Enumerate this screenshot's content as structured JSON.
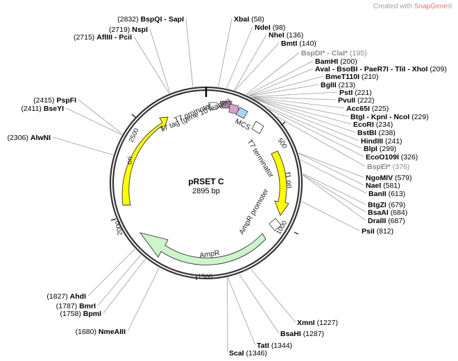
{
  "watermark": {
    "prefix": "Created with ",
    "brand": "SnapGene",
    "suffix": "®"
  },
  "plasmid": {
    "name": "pRSET C",
    "size": "2895 bp"
  },
  "ticks": [
    "500",
    "1000",
    "1500",
    "2000",
    "2500"
  ],
  "features": {
    "t7_promoter": "T7 promoter",
    "t7_tag": "T7 tag (gene 10 leader)",
    "mcs": "MCS",
    "t7_terminator": "T7 terminator",
    "f1_ori": "f1 ori",
    "ampr_promoter": "AmpR promoter",
    "ampr": "AmpR",
    "ori": "ori"
  },
  "sites_left": [
    {
      "pos": "(2832)",
      "name": "BspQI - SapI"
    },
    {
      "pos": "(2719)",
      "name": "NspI"
    },
    {
      "pos": "(2715)",
      "name": "AflIII - PciI"
    },
    {
      "pos": "(2415)",
      "name": "PspFI"
    },
    {
      "pos": "(2411)",
      "name": "BseYI"
    },
    {
      "pos": "(2306)",
      "name": "AlwNI"
    },
    {
      "pos": "(1827)",
      "name": "AhdI"
    },
    {
      "pos": "(1787)",
      "name": "BmrI"
    },
    {
      "pos": "(1758)",
      "name": "BpmI"
    },
    {
      "pos": "(1680)",
      "name": "NmeAIII"
    }
  ],
  "sites_right": [
    {
      "name": "XbaI",
      "pos": "(58)"
    },
    {
      "name": "NdeI",
      "pos": "(98)"
    },
    {
      "name": "NheI",
      "pos": "(136)"
    },
    {
      "name": "BmtI",
      "pos": "(140)"
    },
    {
      "name": "BspDI* - ClaI*",
      "pos": "(195)",
      "gray": true
    },
    {
      "name": "BamHI",
      "pos": "(200)"
    },
    {
      "name": "AvaI - BsoBI - PaeR7I - TliI - XhoI",
      "pos": "(209)"
    },
    {
      "name": "BmeT110I",
      "pos": "(210)"
    },
    {
      "name": "BglII",
      "pos": "(213)"
    },
    {
      "name": "PstI",
      "pos": "(221)"
    },
    {
      "name": "PvuII",
      "pos": "(222)"
    },
    {
      "name": "Acc65I",
      "pos": "(225)"
    },
    {
      "name": "BtgI - KpnI - NcoI",
      "pos": "(229)"
    },
    {
      "name": "EcoRI",
      "pos": "(234)"
    },
    {
      "name": "BstBI",
      "pos": "(238)"
    },
    {
      "name": "HindIII",
      "pos": "(241)"
    },
    {
      "name": "BlpI",
      "pos": "(299)"
    },
    {
      "name": "EcoO109I",
      "pos": "(326)"
    },
    {
      "name": "BspEI*",
      "pos": "(376)",
      "gray": true
    },
    {
      "name": "NgoMIV",
      "pos": "(579)"
    },
    {
      "name": "NaeI",
      "pos": "(581)"
    },
    {
      "name": "BanII",
      "pos": "(613)"
    },
    {
      "name": "BtgZI",
      "pos": "(679)"
    },
    {
      "name": "BsaAI",
      "pos": "(684)"
    },
    {
      "name": "DraIII",
      "pos": "(687)"
    },
    {
      "name": "PsiI",
      "pos": "(812)"
    }
  ],
  "sites_bottom": [
    {
      "name": "XmnI",
      "pos": "(1227)"
    },
    {
      "name": "BsaHI",
      "pos": "(1287)"
    },
    {
      "name": "TatI",
      "pos": "(1344)"
    },
    {
      "name": "ScaI",
      "pos": "(1346)"
    }
  ],
  "colors": {
    "arrow_yellow": "#ffff00",
    "arrow_green": "#ccf5cc",
    "mcs_blue": "#a8d8f0",
    "tag_pink": "#d8a0c8"
  }
}
